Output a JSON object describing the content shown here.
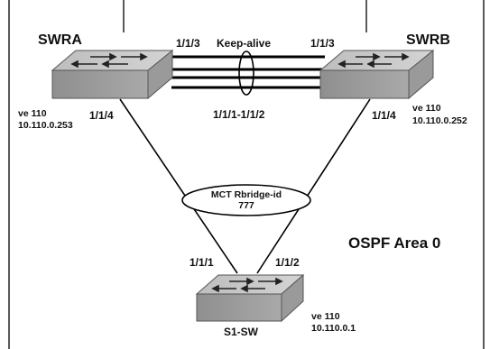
{
  "diagram": {
    "area_label": "OSPF Area 0",
    "switches": {
      "swra": {
        "name": "SWRA",
        "ve": "ve 110",
        "ip": "10.110.0.253"
      },
      "swrb": {
        "name": "SWRB",
        "ve": "ve 110",
        "ip": "10.110.0.252"
      },
      "s1sw": {
        "name": "S1-SW",
        "ve": "ve 110",
        "ip": "10.110.0.1"
      }
    },
    "ports": {
      "swra_keepalive": "1/1/3",
      "swrb_keepalive": "1/1/3",
      "swra_down": "1/1/4",
      "swrb_down": "1/1/4",
      "s1_left": "1/1/1",
      "s1_right": "1/1/2",
      "icl": "1/1/1-1/1/2"
    },
    "keepalive_label": "Keep-alive",
    "mct": {
      "line1": "MCT Rbridge-id",
      "line2": "777"
    }
  }
}
